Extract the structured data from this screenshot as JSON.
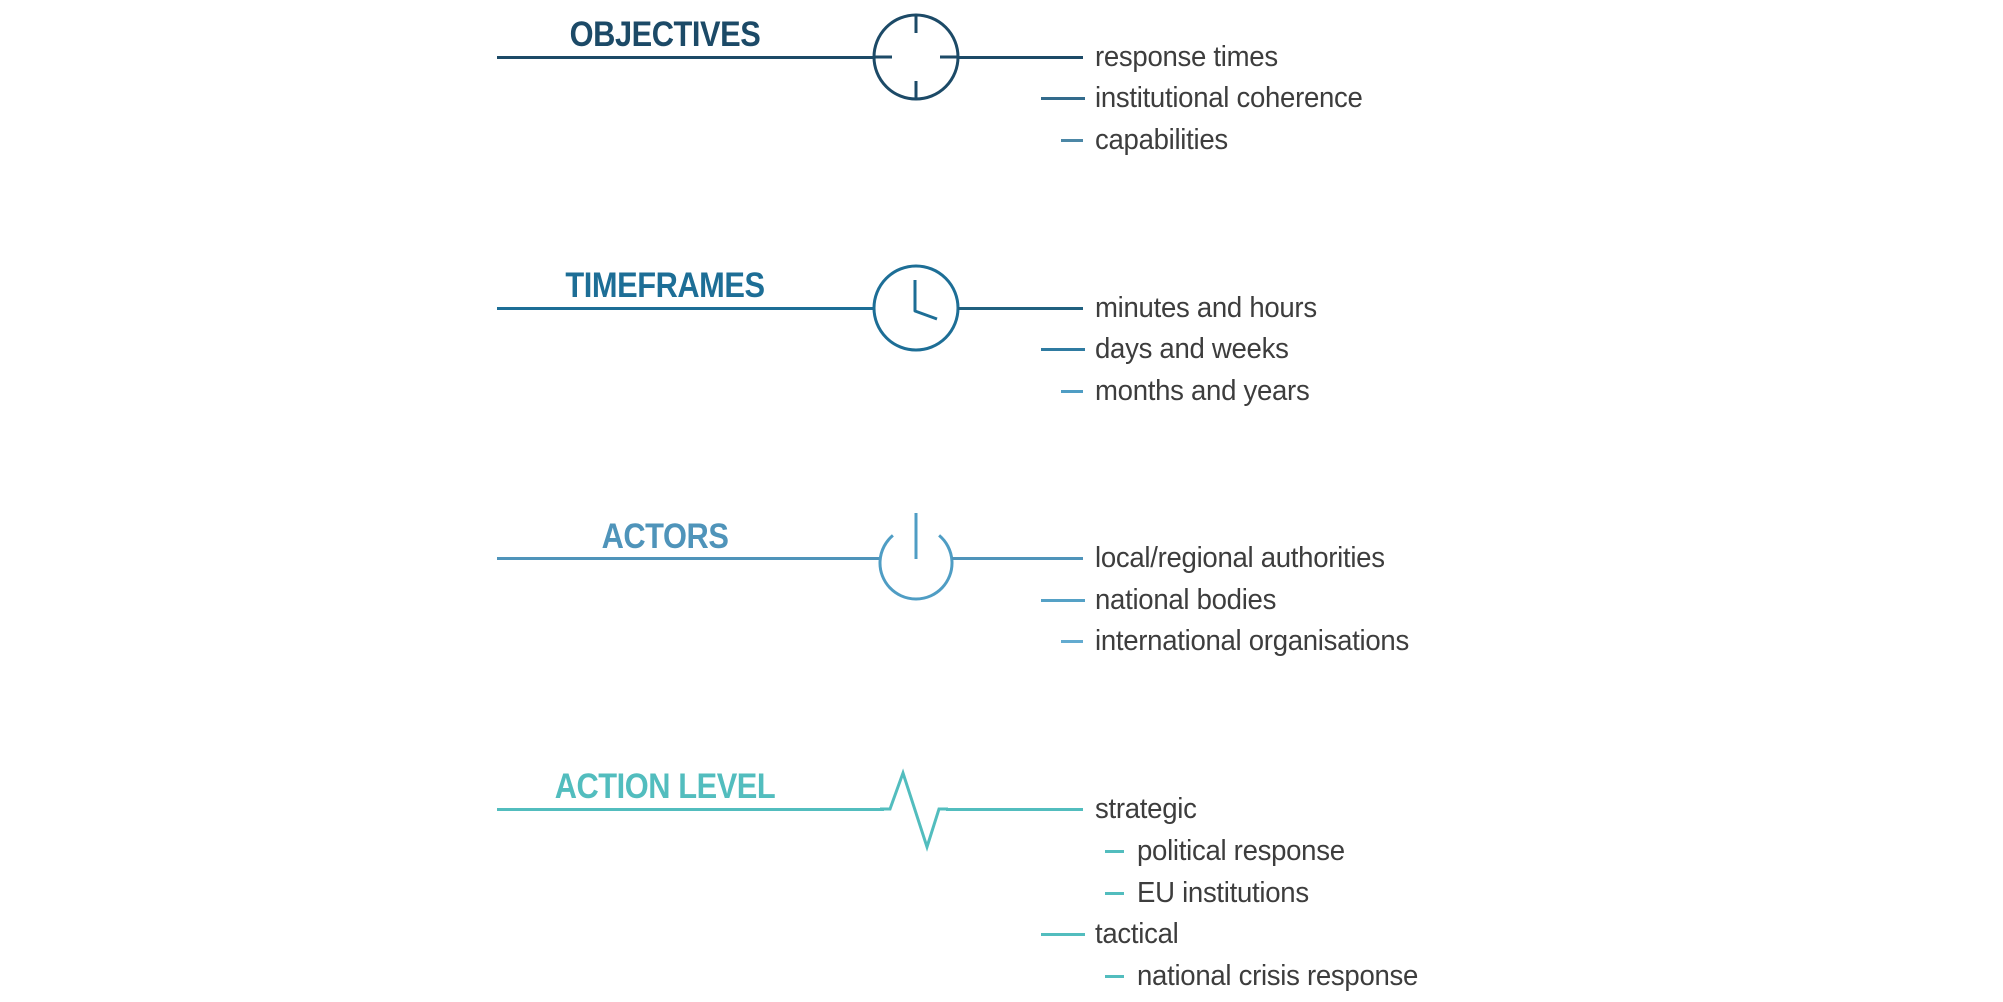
{
  "background": "#ffffff",
  "text_color": "#3d3d3d",
  "sections": [
    {
      "title": "OBJECTIVES",
      "color": "#1c4a67",
      "icon": "target-icon",
      "dash_colors": [
        "#1c4a67",
        "#336b8c",
        "#4c87a6"
      ],
      "items": [
        {
          "label": "response times",
          "level": 0
        },
        {
          "label": "institutional coherence",
          "level": 0
        },
        {
          "label": "capabilities",
          "level": 0
        }
      ]
    },
    {
      "title": "TIMEFRAMES",
      "color": "#1d6e96",
      "icon": "clock-icon",
      "dash_colors": [
        "#20607f",
        "#2f7ba1",
        "#4f9dc4"
      ],
      "items": [
        {
          "label": "minutes and hours",
          "level": 0
        },
        {
          "label": "days and weeks",
          "level": 0
        },
        {
          "label": "months and years",
          "level": 0
        }
      ]
    },
    {
      "title": "ACTORS",
      "color": "#4f94ba",
      "icon": "power-icon",
      "icon_color": "#4f9dc4",
      "dash_colors": [
        "#4f94ba",
        "#55a1c6",
        "#63abd0"
      ],
      "items": [
        {
          "label": "local/regional authorities",
          "level": 0
        },
        {
          "label": "national bodies",
          "level": 0
        },
        {
          "label": "international organisations",
          "level": 0
        }
      ]
    },
    {
      "title": "ACTION LEVEL",
      "color": "#52bdbe",
      "icon": "heartbeat-icon",
      "dash_colors": [
        "#52bdbe",
        "#52bdbe",
        "#52bdbe",
        "#52bdbe",
        "#52bdbe"
      ],
      "items": [
        {
          "label": "strategic",
          "level": 0
        },
        {
          "label": "political response",
          "level": 1
        },
        {
          "label": "EU institutions",
          "level": 1
        },
        {
          "label": "tactical",
          "level": 0
        },
        {
          "label": "national crisis response",
          "level": 1
        }
      ]
    }
  ]
}
